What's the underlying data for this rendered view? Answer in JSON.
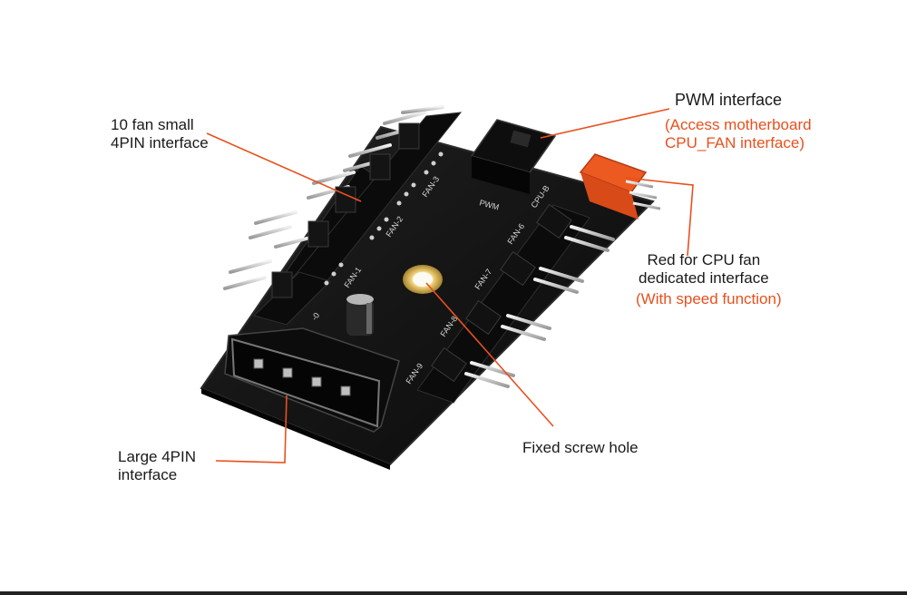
{
  "labels": {
    "small_fan": "10 fan small\n4PIN interface",
    "pwm_title": "PWM interface",
    "pwm_note": "(Access motherboard\nCPU_FAN interface)",
    "cpu_title": "Red for CPU fan\ndedicated interface",
    "cpu_note": "(With speed function)",
    "large_4pin": "Large 4PIN\ninterface",
    "screw": "Fixed screw hole"
  },
  "board_text": {
    "fan1": "FAN-1",
    "fan2": "FAN-2",
    "fan3": "FAN-3",
    "cpu": "CPU-B",
    "fan6": "FAN-6",
    "fan7": "FAN-7",
    "fan8": "FAN-8",
    "fan9": "FAN-9",
    "pwm": "PWM",
    "d0": "-0"
  },
  "colors": {
    "accent": "#e8501e",
    "board": "#141414",
    "connector": "#0b0b0b",
    "cpu_connector": "#ec5a22",
    "pin": "#c9c9c9",
    "screw_ring": "#d4b15a"
  }
}
